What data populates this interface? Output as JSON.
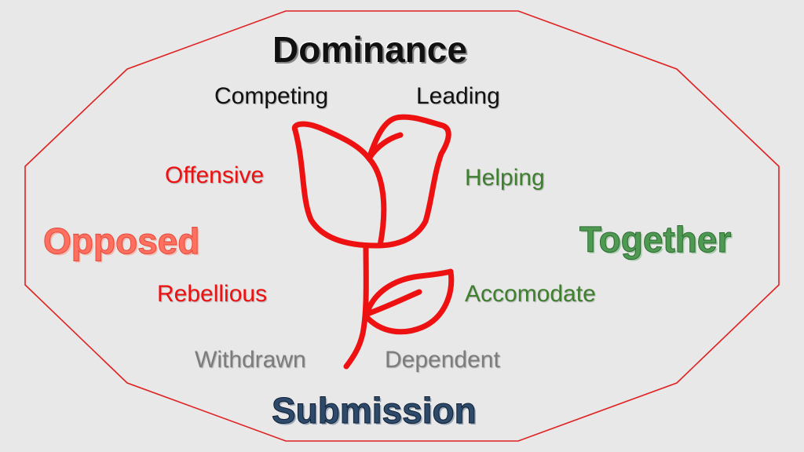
{
  "axes": {
    "top": "Dominance",
    "bottom": "Submission",
    "left": "Opposed",
    "right": "Together"
  },
  "words": {
    "competing": "Competing",
    "leading": "Leading",
    "offensive": "Offensive",
    "helping": "Helping",
    "rebellious": "Rebellious",
    "accomodate": "Accomodate",
    "withdrawn": "Withdrawn",
    "dependent": "Dependent"
  },
  "colors": {
    "background": "#e8e8e8",
    "frame": "#e02020",
    "rose": "#ee1111",
    "dominance": "#111111",
    "submission": "#2e4a6b",
    "opposed": "#ff7060",
    "together": "#4e9a52",
    "red_words": "#ee1111",
    "green_words": "#3f7f2f",
    "grey_words": "#7d7d7d"
  },
  "icons": {
    "center": "rose-icon"
  }
}
